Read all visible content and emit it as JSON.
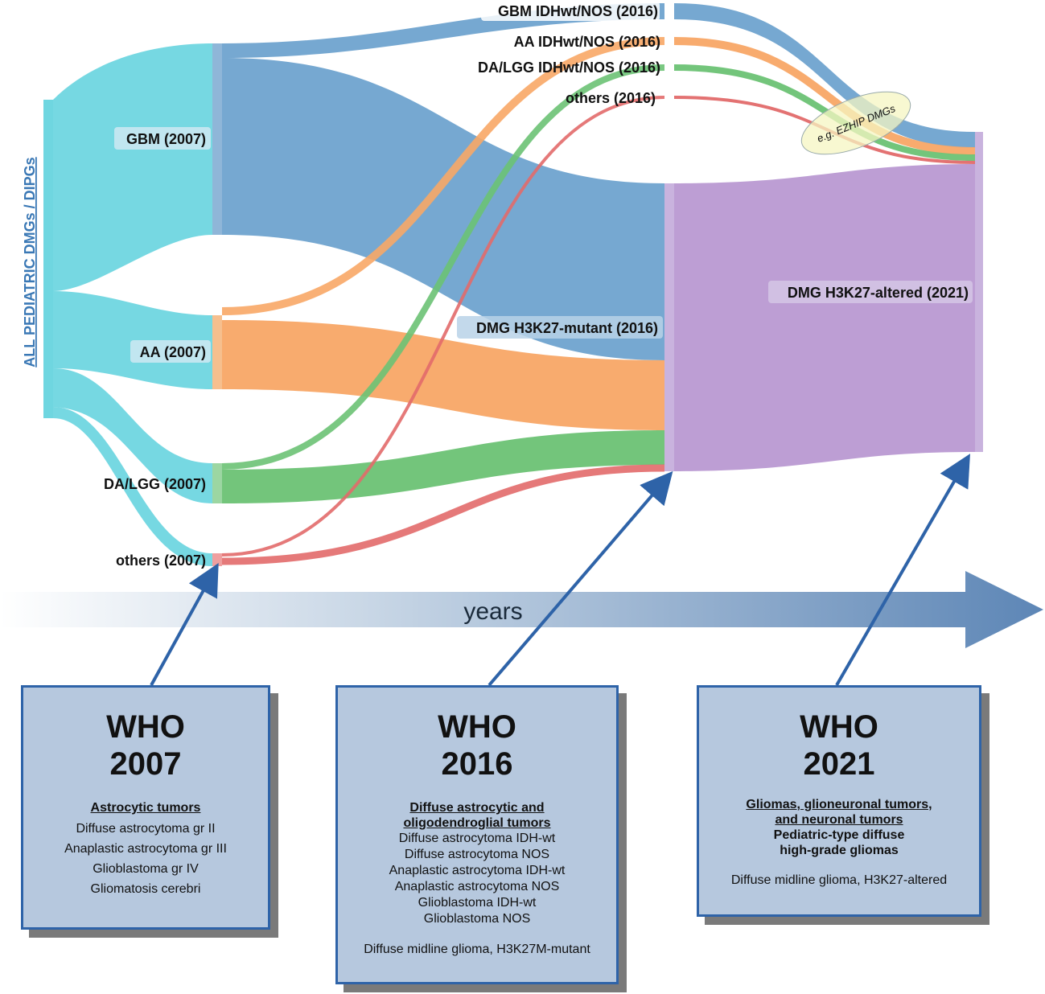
{
  "vertical_label": "ALL PEDIATRIC DMGs / DIPGs",
  "nodes_2007": {
    "gbm": "GBM (2007)",
    "aa": "AA (2007)",
    "dalgg": "DA/LGG (2007)",
    "others": "others (2007)"
  },
  "nodes_2016": {
    "gbm_idhwt": "GBM IDHwt/NOS (2016)",
    "aa_idhwt": "AA IDHwt/NOS (2016)",
    "dalgg_idhwt": "DA/LGG IDHwt/NOS (2016)",
    "others": "others (2016)",
    "dmg": "DMG H3K27-mutant (2016)"
  },
  "nodes_2021": {
    "dmg": "DMG H3K27-altered (2021)"
  },
  "annotation": "e.g. EZHIP DMGs",
  "timeline_label": "years",
  "colors": {
    "cyan": "#6fd6e0",
    "blue": "#6fa3cf",
    "orange": "#f8a766",
    "green": "#6cc274",
    "red": "#e26a6a",
    "purple": "#bd9ed4",
    "arrow": "#2e63a8"
  },
  "who_boxes": [
    {
      "title": "WHO",
      "year": "2007",
      "heading_lines": [
        "Astrocytic tumors"
      ],
      "sub_lines": [],
      "items": [
        "Diffuse astrocytoma gr II",
        "Anaplastic astrocytoma gr III",
        "Glioblastoma gr IV",
        "Gliomatosis cerebri"
      ],
      "footer": ""
    },
    {
      "title": "WHO",
      "year": "2016",
      "heading_lines": [
        "Diffuse astrocytic and",
        "oligodendroglial tumors"
      ],
      "sub_lines": [],
      "items": [
        "Diffuse astrocytoma IDH-wt",
        "Diffuse astrocytoma NOS",
        "Anaplastic astrocytoma IDH-wt",
        "Anaplastic astrocytoma NOS",
        "Glioblastoma  IDH-wt",
        "Glioblastoma  NOS"
      ],
      "footer": "Diffuse midline glioma, H3K27M-mutant"
    },
    {
      "title": "WHO",
      "year": "2021",
      "heading_lines": [
        "Gliomas, glioneuronal tumors,",
        "and neuronal tumors"
      ],
      "sub_lines": [
        "Pediatric-type diffuse",
        "high-grade gliomas"
      ],
      "items": [],
      "footer": "Diffuse midline glioma, H3K27-altered"
    }
  ]
}
